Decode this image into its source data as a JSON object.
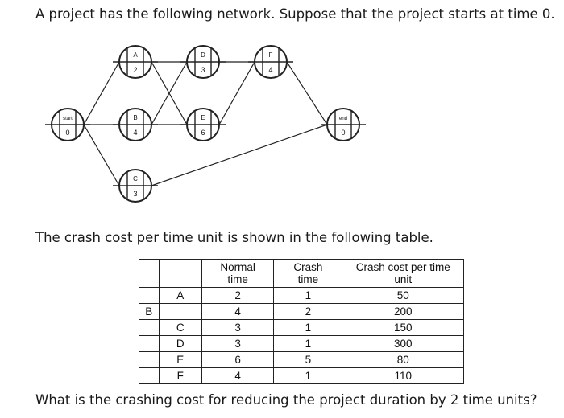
{
  "question": {
    "line1": "A project has the following network. Suppose that the project starts at time 0.",
    "line2": "The crash cost per time unit is shown in the following table.",
    "line3": "What is the crashing cost for reducing the project duration by 2 time units?"
  },
  "network": {
    "nodes": [
      {
        "id": "start",
        "label": "start",
        "duration": "0"
      },
      {
        "id": "A",
        "label": "A",
        "duration": "2"
      },
      {
        "id": "B",
        "label": "B",
        "duration": "4"
      },
      {
        "id": "C",
        "label": "C",
        "duration": "3"
      },
      {
        "id": "D",
        "label": "D",
        "duration": "3"
      },
      {
        "id": "E",
        "label": "E",
        "duration": "6"
      },
      {
        "id": "F",
        "label": "F",
        "duration": "4"
      },
      {
        "id": "end",
        "label": "end",
        "duration": "0"
      }
    ],
    "edges": [
      [
        "start",
        "A"
      ],
      [
        "start",
        "B"
      ],
      [
        "start",
        "C"
      ],
      [
        "A",
        "D"
      ],
      [
        "A",
        "E"
      ],
      [
        "B",
        "D"
      ],
      [
        "B",
        "E"
      ],
      [
        "D",
        "F"
      ],
      [
        "E",
        "F"
      ],
      [
        "F",
        "end"
      ],
      [
        "C",
        "end"
      ]
    ]
  },
  "table": {
    "headers": [
      "",
      "",
      "Normal\ntime",
      "Crash\ntime",
      "Crash cost per time\nunit"
    ],
    "rows": [
      {
        "row_label": "",
        "activity": "A",
        "normal": "2",
        "crash": "1",
        "cost": "50"
      },
      {
        "row_label": "B",
        "activity": "",
        "normal": "4",
        "crash": "2",
        "cost": "200"
      },
      {
        "row_label": "",
        "activity": "C",
        "normal": "3",
        "crash": "1",
        "cost": "150"
      },
      {
        "row_label": "",
        "activity": "D",
        "normal": "3",
        "crash": "1",
        "cost": "300"
      },
      {
        "row_label": "",
        "activity": "E",
        "normal": "6",
        "crash": "5",
        "cost": "80"
      },
      {
        "row_label": "",
        "activity": "F",
        "normal": "4",
        "crash": "1",
        "cost": "110"
      }
    ]
  }
}
